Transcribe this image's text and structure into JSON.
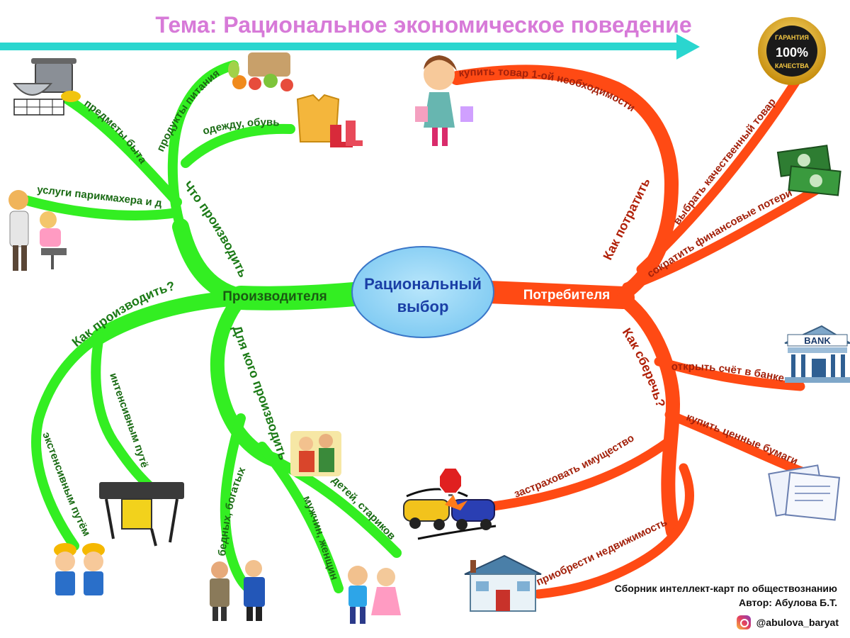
{
  "title": "Тема: Рациональное экономическое поведение",
  "center": {
    "line1": "Рациональный",
    "line2": "выбор"
  },
  "producers": {
    "label": "Производителя",
    "what": {
      "question": "Что производить?",
      "items": [
        "предметы быта",
        "продукты питания",
        "одежду, обувь",
        "услуги парикмахера и др."
      ]
    },
    "how": {
      "question": "Как производить?",
      "items": [
        "интенсивным путём",
        "экстенсивным путём"
      ]
    },
    "whom": {
      "question": "Для кого производить?",
      "items": [
        "бедных, богатых",
        "мужчин, женщин",
        "детей, стариков"
      ]
    }
  },
  "consumers": {
    "label": "Потребителя",
    "spend": {
      "question": "Как потратить?",
      "items": [
        "купить товар 1-ой необходимости",
        "выбрать качественный товар",
        "сократить финансовые потери"
      ]
    },
    "save": {
      "question": "Как сберечь?",
      "items": [
        "открыть счёт в банке",
        "купить ценные бумаги",
        "застраховать имущество",
        "приобрести недвижимость"
      ]
    }
  },
  "badge": {
    "top": "ГАРАНТИЯ",
    "mid": "100%",
    "bottom": "КАЧЕСТВА"
  },
  "bank_sign": "BANK",
  "credits": {
    "line1": "Сборник интеллект-карт по обществознанию",
    "line2": "Автор: Абулова Б.Т.",
    "instagram": "@abulova_baryat"
  },
  "colors": {
    "producer_branch": "#33ee22",
    "consumer_branch": "#ff4a14",
    "title": "#d77ad8",
    "arrow": "#2ad6cf",
    "center_fill": "#8ad4f7",
    "center_text": "#1a3fa6"
  },
  "icons": [
    "kitchenware-icon",
    "groceries-icon",
    "clothing-icon",
    "hairdresser-icon",
    "sawing-machine-icon",
    "workers-icon",
    "men-icon",
    "family-icon",
    "children-icon",
    "shopping-woman-icon",
    "quality-badge-icon",
    "money-icon",
    "bank-icon",
    "documents-icon",
    "car-crash-icon",
    "house-icon",
    "instagram-icon"
  ]
}
